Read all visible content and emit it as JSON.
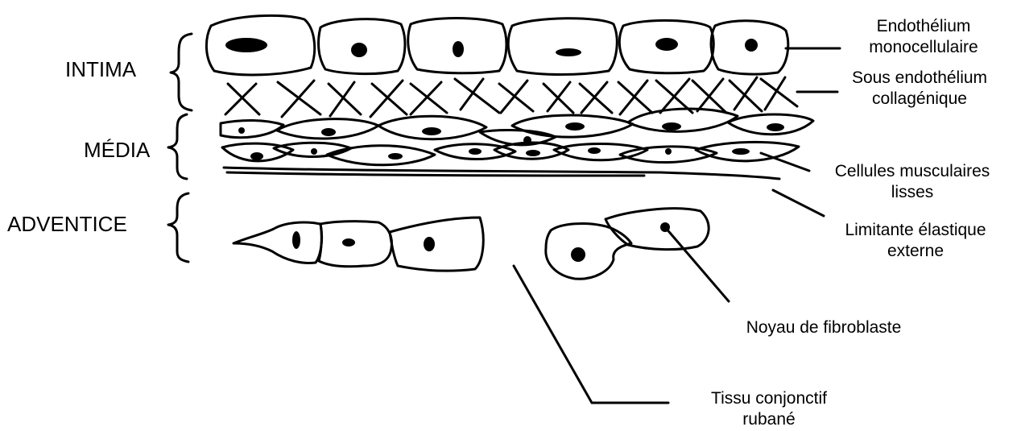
{
  "layers": {
    "intima": "INTIMA",
    "media": "MÉDIA",
    "adventice": "ADVENTICE"
  },
  "annotations": {
    "endothelium": [
      "Endothélium",
      "monocellulaire"
    ],
    "sub_endothelium": [
      "Sous endothélium",
      "collagénique"
    ],
    "smooth_muscle": [
      "Cellules musculaires",
      "lisses"
    ],
    "elastic_lamina": [
      "Limitante élastique",
      "externe"
    ],
    "fibroblast_nucleus": [
      "Noyau de fibroblaste"
    ],
    "connective_tissue": [
      "Tissu conjonctif",
      "rubané"
    ]
  },
  "colors": {
    "ink": "#000000",
    "background": "#ffffff"
  }
}
